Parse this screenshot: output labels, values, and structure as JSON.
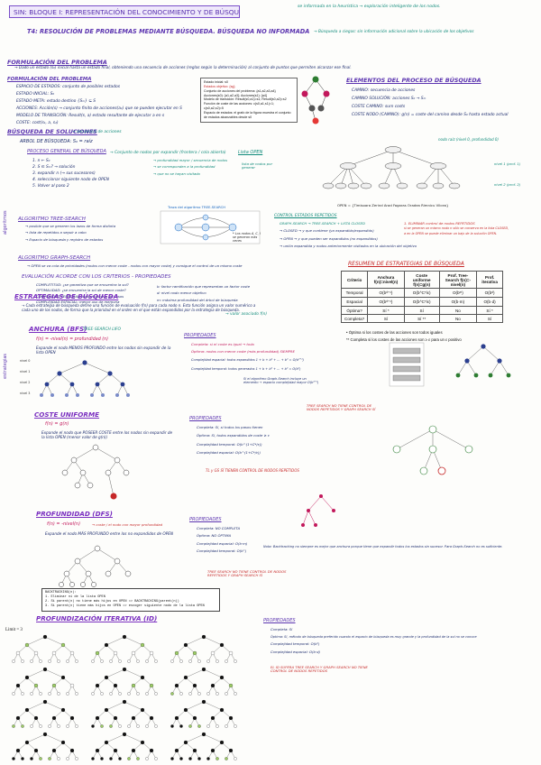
{
  "header": {
    "title": "SIN: BLOQUE I: REPRESENTACIÓN DEL CONOCIMIENTO Y DE BÚSQUEDA",
    "note_top": "se informada en la heurística → exploración inteligente de los nodos.",
    "t4": "T4: RESOLUCIÓN DE PROBLEMAS MEDIANTE BÚSQUEDA. BÚSQUEDA NO INFORMADA",
    "t4_note": "→ Búsqueda a ciegas: sin información adicional sobre la ubicación de los objetivos"
  },
  "formulacion": {
    "title": "FORMULACIÓN DEL PROBLEMA",
    "def": "→ Dado un estado (s₀) inicial hasta un estado final, obteniendo una secuencia de acciones (reglas según la determinación) al conjunto de puntos que permiten alcanzar ese final.",
    "sub": "FORMULACIÓN DEL PROBLEMA",
    "items": [
      "ESPACIO DE ESTADOS: conjunto de posibles estados",
      "ESTADO INICIAL: S₀",
      "ESTADO META: estado destino {Sₘ} ⊆ S",
      "ACCIONES: Acción(s) → conjunto finito de acciones(a₁) que se pueden ejecutar en S",
      "MODELO DE TRANSICIÓN: Result(s, a) estado resultante de ejecutar a en s",
      "COSTE: cost(s₁, a, s₂)"
    ]
  },
  "elementos": {
    "title": "ELEMENTOS DEL PROCESO DE BÚSQUEDA",
    "items": [
      "CAMINO: secuencia de acciones",
      "CAMINO SOLUCIÓN: acciones S₀ → Sₘ",
      "COSTE CAMINO: sum costs",
      "COSTE NODO (CAMINO): g(n) = coste del camino desde S₀ hasta estado actual"
    ]
  },
  "info_box": {
    "lines": [
      "Estado inicial: s0",
      "Estados objetivo: {sg}",
      "Conjunto de acciones del problema: {a1,a2,a3,a4}",
      "Acciones(s0): {a1,a2,a3}; Acciones(s1): {a4}",
      "Modelo de transición: Result(s0,a1)=s1; Result(s0,a2)=s2",
      "Función de coste de las acciones: c(s0,a1,s1)=1; c(s0,a2,s2)=5",
      "Espacio de estados: el grafo de la figura muestra el conjunto de estados alcanzables desde s0"
    ]
  },
  "busqueda_soluciones": {
    "title": "BÚSQUEDA DE SOLUCIONES",
    "note": "→ secuencia de acciones",
    "arbol": "ARBOL DE BÚSQUEDA: S₀ = raíz",
    "proceso": "PROCESO GENERAL DE BÚSQUEDA",
    "proceso_note": "→ Conjunto de nodos por expandir (frontera / cola abierta)",
    "lista_open": "Lista OPEN",
    "steps": [
      "1. n ← S₀",
      "2. S ∈ Sₘ? → solución",
      "3. expandir n (→ sus sucesores)",
      "4. seleccionar siguiente nodo de OPEN",
      "5. Volver al paso 2"
    ],
    "steps_notes": [
      "→ profundidad mayor / secuencia de nodos",
      "→ se corresponden a la profundidad",
      "→ que no se hayan visitado",
      "lista de nodos por generar"
    ],
    "arbol_figure_label": "Árbol de búsqueda",
    "nodo_raiz": "nodo raíz (nivel 0, profundidad 0)",
    "nivel1": "nivel 1 (prof. 1)",
    "nivel2": "nivel 2 (prof. 2)",
    "open_label": "OPEN = {Timisoara Zerind Arad Fagaras Oradea Rimnicu Vilcea}"
  },
  "tree_search": {
    "title": "ALGORITMO TREE-SEARCH",
    "items": [
      "→ posible que se generen los lazos de forma distinta",
      "→ lista de repetidos a seguir a cabo",
      "→ Espacio de búsqueda y registro de estados"
    ],
    "fig_label": "Traza del algoritmo TREE-SEARCH",
    "note_right": "* Los nodos A, C, I se generan más veces"
  },
  "graph_search": {
    "title": "ALGORITMO GRAPH-SEARCH",
    "item": "→ OPEN se va cola de prioridades (nodos con menor coste - nodos con mayor coste) y consigue el control de un mismo coste",
    "control_title": "CONTROL ESTADOS REPETIDOS",
    "control": [
      "GRAPH-SEARCH → TREE-SEARCH + LISTA CLOSED",
      "→ CLOSED → y que contiene (ya expandido/expandido)",
      "→ OPEN → y que pueden ser expandidos (no expandidos)",
      "→ unión expandida y nodos anteriormente visitados en la ubicación del objetivo"
    ],
    "control_red": [
      "1. ELIMINAR control de nodos REPETIDOS",
      "si se generan un mismo nodo n sólo se conserva en la lista CLOSED,",
      "a en la OPEN se puede eliminar un bajo de la solución OPEN."
    ]
  },
  "evaluacion": {
    "title": "EVALUACIÓN ACORDE CON LOS CRITERIOS - PROPIEDADES",
    "items": [
      "COMPLETITUD: ¿se garantiza que se encuentra la sol?",
      "OPTIMALIDAD: ¿se encuentra la sol de menor coste?",
      "COMPLEJIDAD TEMPORAL: menor número de pasos",
      "COMPLEJIDAD ESPACIAL: menor uso de memoria"
    ],
    "right": [
      "b: factor ramificación que representan un factor coste",
      "d: nivel nodo menor objetivo",
      "m: máxima profundidad del árbol de búsqueda"
    ]
  },
  "tabla": {
    "title": "RESUMEN DE ESTRATEGIAS DE BÚSQUEDA",
    "headers": [
      "Criterio",
      "Anchura f(n)=nivel(n)",
      "Coste uniforme f(n)=g(n)",
      "Prof. Tree-Search f(n)=-nivel(n)",
      "Prof. iterativa"
    ],
    "rows": [
      [
        "Temporal",
        "O(bᵈ⁺¹)",
        "O(b^C*/ε)",
        "O(bᵐ)",
        "O(bᵈ)"
      ],
      [
        "Espacial",
        "O(bᵈ⁺¹)",
        "O(b^C*/ε)",
        "O(b·m)",
        "O(b·d)"
      ],
      [
        "Óptima?",
        "Sí *",
        "Sí",
        "No",
        "Sí *"
      ],
      [
        "Completa?",
        "Sí",
        "Sí **",
        "No",
        "Sí"
      ]
    ],
    "notes": [
      "Óptima si los costes de las acciones son todos iguales",
      "Completa si los costes de las acciones son ≥ ε para un ε positivo"
    ]
  },
  "estrategias": {
    "title": "ESTRATEGIAS DE BÚSQUEDA",
    "desc": "→ Cada estrategia de búsqueda define una función de evaluación f(n) para cada nodo n. Esta función asigna un valor numérico a cada uno de los nodos, de forma que la prioridad en el orden en el que están expandidos por la estrategia de búsqueda.",
    "desc_note": "→ valor asociado f(n)"
  },
  "anchura": {
    "title": "ANCHURA (BFS)",
    "sub": "TREE-SEARCH LIFO",
    "formula": "f(n) = -nivel(n) = profundidad (n)",
    "desc": "Expande el nodo MENOS PROFUNDO entre los nodos sin expandir de la lista OPEN",
    "props_title": "PROPIEDADES",
    "props": [
      "Completa: si el coste es igual → todo",
      "Óptima: nodos con menor coste (más profundidad) SIEMPRE",
      "Complejidad espacial: todos expandidos 1 + b + b² + ... + bᵈ = O(bᵈ⁺¹)",
      "Complejidad temporal: todos generados 1 + b + b² + ... + bᵈ = O(bᵈ)"
    ],
    "alg_note": "Si el algoritmo Graph-Search incluye un elemento → espacio complejidad mayor O(bᵈ⁺¹)",
    "red_note": "TREE SEARCH NO TIENE CONTROL DE NODOS REPETIDOS Y GRAPH SEARCH SÍ",
    "nivel": [
      "nivel 0",
      "nivel 1",
      "nivel 2",
      "nivel 3"
    ]
  },
  "coste": {
    "title": "COSTE UNIFORME",
    "formula": "f(n) = g(n)",
    "desc": "Expande el nodo que POSEER COSTE entre los nodos sin expandir de la lista OPEN (menor valor de g(n))",
    "props_title": "PROPIEDADES",
    "props": [
      "Completa: Sí, si todos los pasos tienen",
      "Óptima: Sí, todos expandidos de coste ≥ ε",
      "Complejidad temporal: O(b^(1+C*/ε))",
      "Complejidad espacial: O(b^(1+C*/ε))"
    ],
    "red_note": "TL y GS SÍ TIENEN CONTROL DE NODOS REPETIDOS"
  },
  "profundidad": {
    "title": "PROFUNDIDAD (DFS)",
    "formula": "f(n) = -nivel(n)",
    "formula_note": "→ coste / el nodo con mayor profundidad",
    "desc": "Expande el nodo MÁS PROFUNDO entre los no expandidos de OPEN",
    "props_title": "PROPIEDADES",
    "props": [
      "Completa: NO COMPLETA",
      "Óptima: NO ÓPTIMA",
      "Complejidad espacial: O(b·m)",
      "Complejidad temporal: O(bᵐ)"
    ],
    "note": "Nota: Backtracking no siempre es mejor que anchura porque tiene que expandir todos los estados sin sucesor. Para Graph-Search no es suficiente.",
    "red_note": "TREE SEARCH NO TIENE CONTROL DE NODOS REPETIDOS Y GRAPH SEARCH SÍ",
    "backtracking": [
      "BACKTRACKING(n):",
      "1. Eliminar ni de la lista OPEN",
      "2. Si parent(n) no tiene más hijos en OPEN => BACKTRACKING(parent(n))",
      "3. Si parent(n) tiene más hijos en OPEN => escoger siguiente nodo de la lista OPEN"
    ]
  },
  "iterativa": {
    "title": "PROFUNDIZACIÓN ITERATIVA (ID)",
    "limit": "Limit = 3",
    "props_title": "PROPIEDADES",
    "props": [
      "Completa: Sí",
      "Óptima: Sí, método de búsqueda preferido cuando el espacio de búsqueda es muy grande y la profundidad de la sol no se conoce",
      "Complejidad temporal: O(bᵈ)",
      "Complejidad espacial: O(b·d)"
    ],
    "red_note": "EL ID SUPERA TREE SEARCH Y GRAPH SEARCH NO TIENE CONTROL DE NODOS REPETIDOS"
  },
  "side_labels": [
    "algoritmos",
    "estrategias"
  ],
  "colors": {
    "ink": "#1a2a6c",
    "purple": "#5c35b0",
    "pink": "#c2185b",
    "red": "#c62828",
    "teal": "#0f8a7a"
  }
}
